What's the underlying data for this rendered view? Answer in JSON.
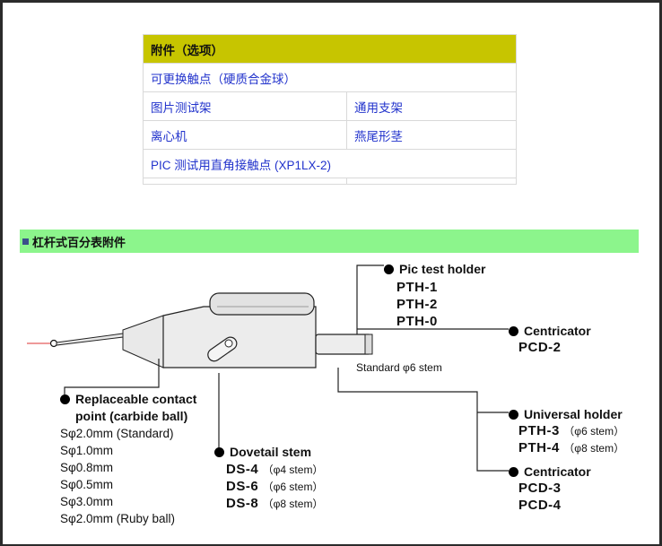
{
  "table": {
    "header": "附件（选项）",
    "rows": [
      [
        "可更换触点（硬质合金球）"
      ],
      [
        "图片测试架",
        "通用支架"
      ],
      [
        "离心机",
        "燕尾形茎"
      ],
      [
        "PIC 测试用直角接触点 (XP1LX-2)"
      ]
    ]
  },
  "section_title": "杠杆式百分表附件",
  "diagram": {
    "pic_holder": {
      "title": "Pic test holder",
      "models": [
        "PTH-1",
        "PTH-2",
        "PTH-0"
      ]
    },
    "centricator_top": {
      "title": "Centricator",
      "model": "PCD-2"
    },
    "standard_stem": "Standard φ6 stem",
    "contact_point": {
      "title_line1": "Replaceable contact",
      "title_line2": "point (carbide ball)",
      "sizes": [
        "Sφ2.0mm (Standard)",
        "Sφ1.0mm",
        "Sφ0.8mm",
        "Sφ0.5mm",
        "Sφ3.0mm",
        "Sφ2.0mm (Ruby ball)"
      ]
    },
    "dovetail": {
      "title": "Dovetail stem",
      "models": [
        {
          "name": "DS-4",
          "note": "（φ4 stem）"
        },
        {
          "name": "DS-6",
          "note": "（φ6 stem）"
        },
        {
          "name": "DS-8",
          "note": "（φ8 stem）"
        }
      ]
    },
    "universal_holder": {
      "title": "Universal holder",
      "models": [
        {
          "name": "PTH-3",
          "note": "（φ6 stem）"
        },
        {
          "name": "PTH-4",
          "note": "（φ8 stem）"
        }
      ]
    },
    "centricator_bottom": {
      "title": "Centricator",
      "models": [
        "PCD-3",
        "PCD-4"
      ]
    }
  },
  "colors": {
    "header_bg": "#c7c500",
    "link_text": "#2233cc",
    "section_bg": "#8cf58c",
    "frame": "#2b2b2b"
  }
}
